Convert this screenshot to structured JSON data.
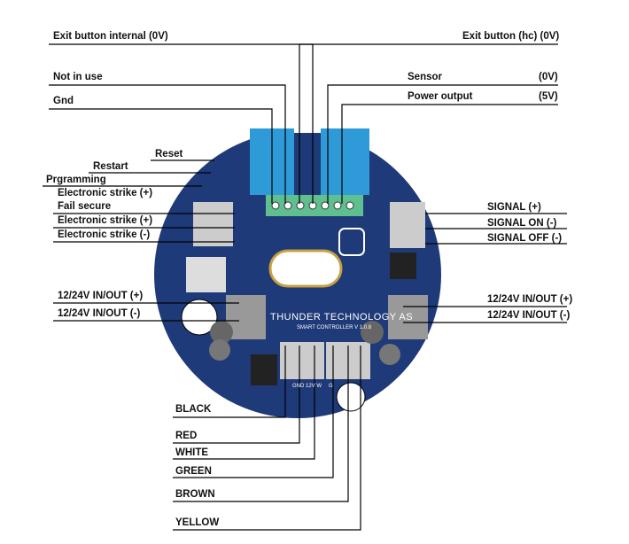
{
  "labels": {
    "exit_internal": "Exit button internal (0V)",
    "exit_hc": "Exit button (hc) (0V)",
    "not_in_use": "Not in use",
    "sensor": "Sensor",
    "sensor_v": "(0V)",
    "gnd": "Gnd",
    "power_output": "Power output",
    "power_v": "(5V)",
    "reset": "Reset",
    "restart": "Restart",
    "programming": "Prgramming",
    "strike_plus_1": "Electronic strike (+)",
    "fail_secure": "Fail secure",
    "strike_plus_2": "Electronic strike (+)",
    "strike_minus": "Electronic strike (-)",
    "signal_plus": "SIGNAL (+)",
    "signal_on": "SIGNAL ON (-)",
    "signal_off": "SIGNAL OFF (-)",
    "in_out_plus_l": "12/24V IN/OUT (+)",
    "in_out_minus_l": "12/24V IN/OUT (-)",
    "in_out_plus_r": "12/24V IN/OUT (+)",
    "in_out_minus_r": "12/24V IN/OUT (-)",
    "black": "BLACK",
    "red": "RED",
    "white": "WHITE",
    "green": "GREEN",
    "brown": "BROWN",
    "yellow": "YELLOW"
  },
  "board": {
    "brand": "THUNDER TECHNOLOGY AS",
    "model": "SMART CONTROLLER V 1.0.8",
    "pins": "GND 12V W",
    "pin_g": "G",
    "colors": {
      "pcb": "#1f3a78",
      "terminal": "#2f9ad8",
      "connector": "#5fbf8f"
    }
  }
}
